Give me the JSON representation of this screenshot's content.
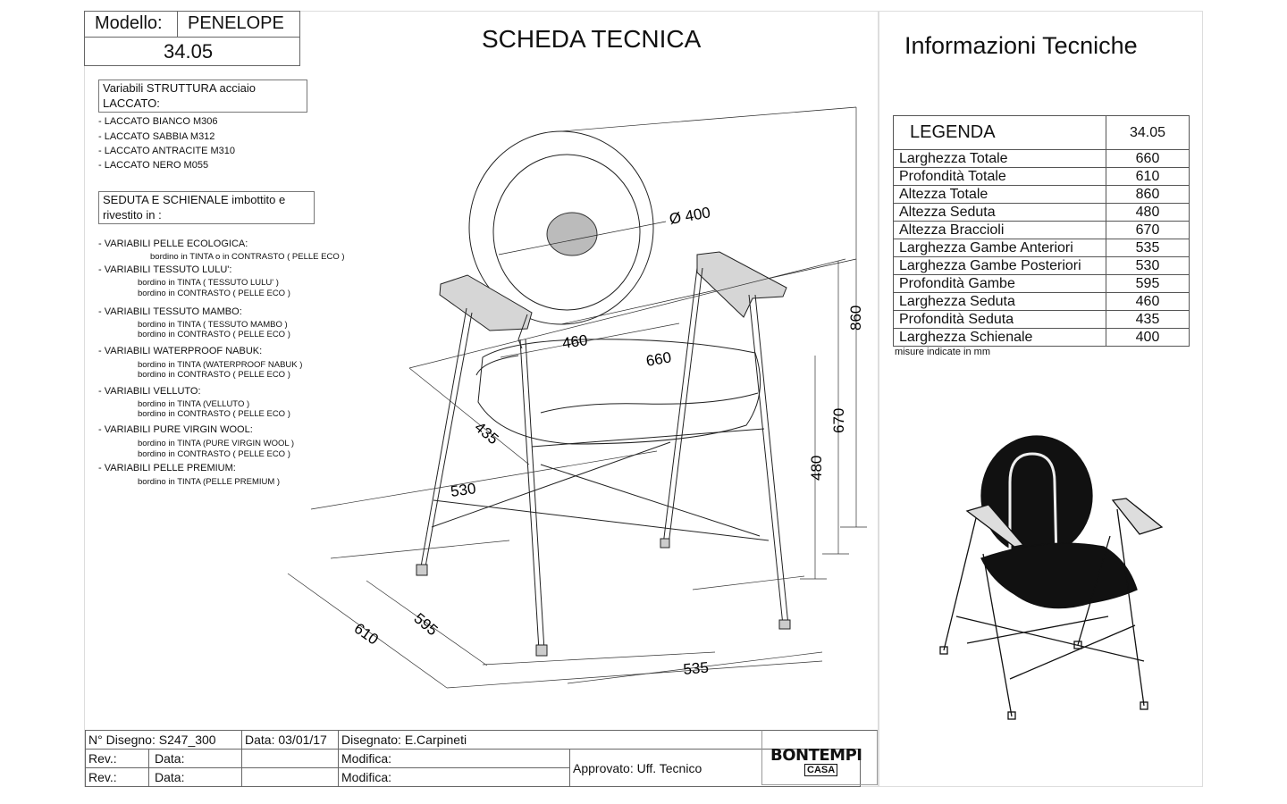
{
  "header": {
    "model_label": "Modello:",
    "model_name": "PENELOPE",
    "model_code": "34.05",
    "sheet_title": "SCHEDA TECNICA",
    "info_title": "Informazioni Tecniche"
  },
  "structure": {
    "title_line1": "Variabili STRUTTURA acciaio",
    "title_line2": "LACCATO:",
    "finishes": [
      "- LACCATO BIANCO M306",
      "- LACCATO SABBIA M312",
      "- LACCATO ANTRACITE M310",
      "- LACCATO NERO M055"
    ]
  },
  "upholstery": {
    "title_line1": "SEDUTA E SCHIENALE imbottito e",
    "title_line2": "rivestito in :",
    "variants": [
      {
        "name": "- VARIABILI PELLE ECOLOGICA:",
        "details": [
          "bordino in TINTA o in CONTRASTO ( PELLE ECO )"
        ]
      },
      {
        "name": "- VARIABILI TESSUTO LULU':",
        "details": [
          "bordino in TINTA  ( TESSUTO LULU' )",
          "bordino in CONTRASTO ( PELLE ECO )"
        ]
      },
      {
        "name": "- VARIABILI TESSUTO MAMBO:",
        "details": [
          "bordino in TINTA  ( TESSUTO MAMBO )",
          "bordino in CONTRASTO ( PELLE ECO )"
        ]
      },
      {
        "name": "- VARIABILI WATERPROOF NABUK:",
        "details": [
          "bordino in TINTA  (WATERPROOF NABUK )",
          "bordino in CONTRASTO ( PELLE ECO )"
        ]
      },
      {
        "name": "- VARIABILI VELLUTO:",
        "details": [
          "bordino in TINTA  (VELLUTO )",
          "bordino in CONTRASTO ( PELLE ECO )"
        ]
      },
      {
        "name": "- VARIABILI PURE VIRGIN WOOL:",
        "details": [
          "bordino in TINTA  (PURE VIRGIN WOOL )",
          "bordino in CONTRASTO ( PELLE ECO )"
        ]
      },
      {
        "name": "- VARIABILI PELLE PREMIUM:",
        "details": [
          "bordino in TINTA  (PELLE PREMIUM )"
        ]
      }
    ]
  },
  "drawing_dims": {
    "diameter": "Ø 400",
    "h860": "860",
    "h670": "670",
    "h480": "480",
    "w660": "660",
    "w460": "460",
    "d435": "435",
    "w530": "530",
    "d610": "610",
    "d595": "595",
    "w535": "535"
  },
  "legend": {
    "title": "LEGENDA",
    "code": "34.05",
    "rows": [
      {
        "label": "Larghezza Totale",
        "value": "660"
      },
      {
        "label": "Profondità Totale",
        "value": "610"
      },
      {
        "label": "Altezza Totale",
        "value": "860"
      },
      {
        "label": "Altezza Seduta",
        "value": "480"
      },
      {
        "label": "Altezza Braccioli",
        "value": "670"
      },
      {
        "label": "Larghezza Gambe Anteriori",
        "value": "535"
      },
      {
        "label": "Larghezza Gambe Posteriori",
        "value": "530"
      },
      {
        "label": "Profondità Gambe",
        "value": "595"
      },
      {
        "label": "Larghezza Seduta",
        "value": "460"
      },
      {
        "label": "Profondità Seduta",
        "value": "435"
      },
      {
        "label": "Larghezza Schienale",
        "value": "400"
      }
    ],
    "note": "misure indicate in mm"
  },
  "footer": {
    "drawing_no": "N° Disegno:  S247_300",
    "date": "Data: 03/01/17",
    "drawn_by": "Disegnato: E.Carpineti",
    "rev_label": "Rev.:",
    "data_label": "Data:",
    "modifica_label": "Modifica:",
    "approved": "Approvato: Uff. Tecnico"
  },
  "logo": {
    "brand": "BONTEMPI",
    "sub": "CASA"
  }
}
